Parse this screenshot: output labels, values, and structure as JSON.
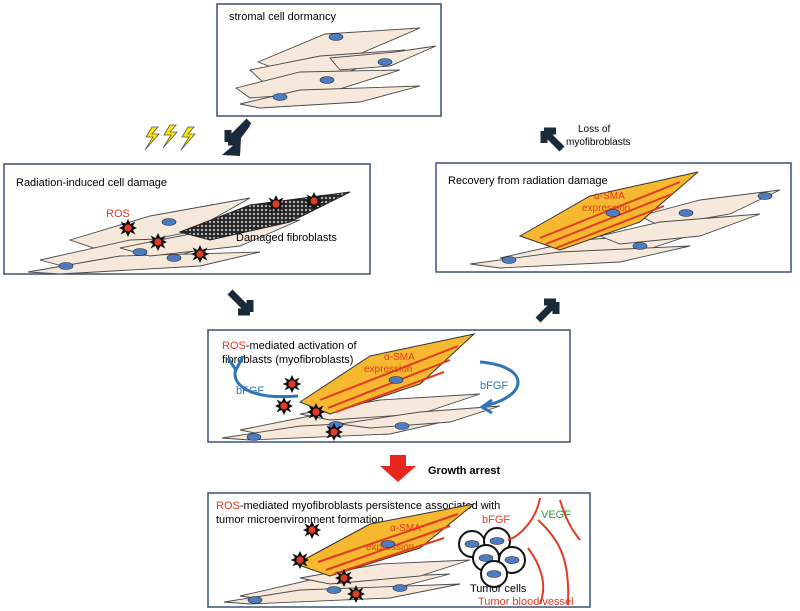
{
  "panels": {
    "dormancy": {
      "title": "stromal cell dormancy"
    },
    "damage": {
      "title": "Radiation-induced cell damage",
      "ros": "ROS",
      "damaged": "Damaged fibroblasts"
    },
    "recovery": {
      "title": "Recovery from radiation damage",
      "sma_line1": "α-SMA",
      "sma_line2": "expression"
    },
    "activation": {
      "title_ros": "ROS",
      "title_rest": "-mediated activation of",
      "title_line2": "fibroblasts (myofibroblasts)",
      "sma_line1": "α-SMA",
      "sma_line2": "expression",
      "bfgf_left": "bFGF",
      "bfgf_right": "bFGF"
    },
    "persistence": {
      "title_ros": "ROS",
      "title_rest": "-mediated myofibroblasts persistence associated with",
      "title_line2": "tumor microenvironment formation",
      "sma_line1": "α-SMA",
      "sma_line2": "expression",
      "bfgf": "bFGF",
      "vegf": "VEGF",
      "tumor_cells": "Tumor cells",
      "tumor_vessel": "Tumor blood vessel"
    }
  },
  "transitions": {
    "loss_line1": "Loss of",
    "loss_line2": "myofibroblasts",
    "growth_arrest": "Growth arrest"
  },
  "colors": {
    "frame": "#3a5273",
    "cell_fill": "#f6e9dc",
    "cell_stroke": "#4a4a4a",
    "nucleus": "#4d7cc3",
    "myofibroblast": "#f5b82e",
    "stress_fiber": "#e03b24",
    "ros_text": "#e03b24",
    "bfgf_arrow": "#2f74b5",
    "vegf": "#2d9b3a",
    "red_arrow": "#e8281e",
    "dark_arrow": "#1a2a3a",
    "lightning": "#ffe600"
  }
}
